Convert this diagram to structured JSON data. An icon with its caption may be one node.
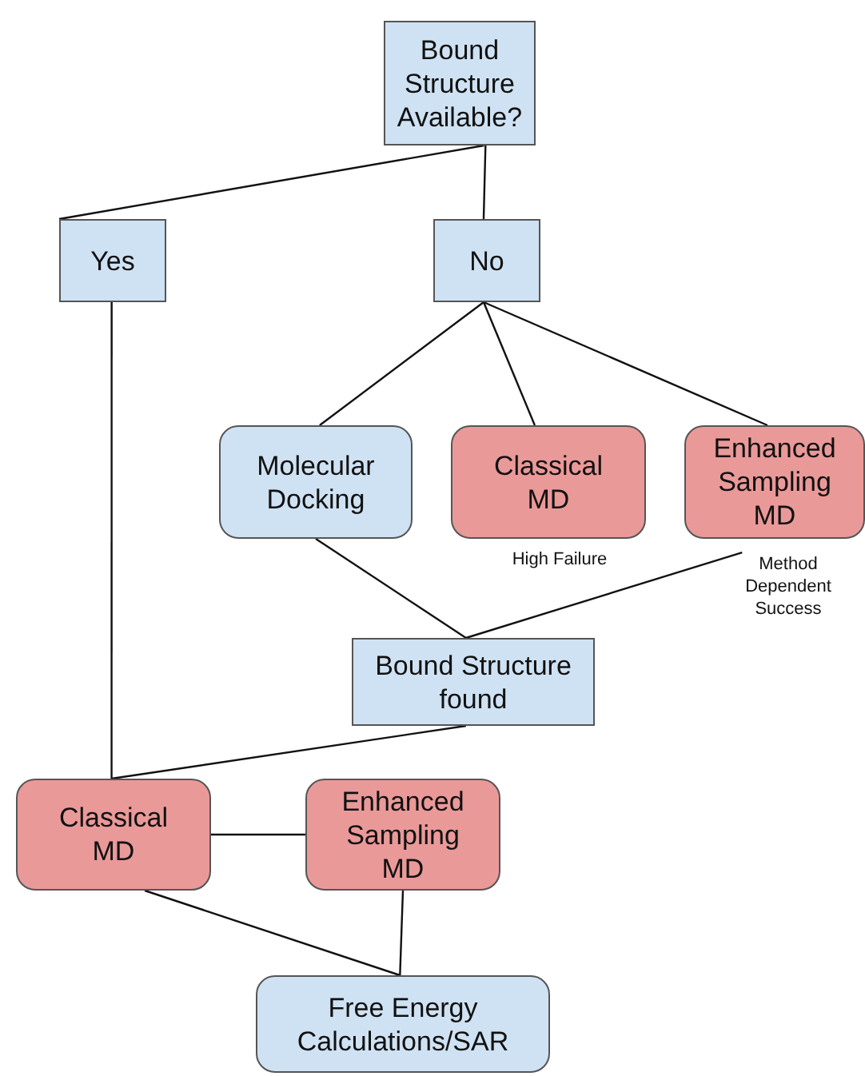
{
  "diagram": {
    "nodes": [
      {
        "text": [
          "Bound Structure Available?"
        ]
      },
      {
        "text": [
          "Yes"
        ]
      },
      {
        "text": [
          "No"
        ]
      },
      {
        "text": [
          "Molecular Docking"
        ]
      },
      {
        "text": [
          "Classical MD"
        ],
        "beside": [
          "High Failure"
        ]
      },
      {
        "text": [
          "Enhanced Sampling MD"
        ],
        "beside": [
          "Method Dependent Success"
        ]
      },
      {
        "text": [
          "Bound Structure found"
        ]
      },
      {
        "text": [
          "Classical MD"
        ]
      },
      {
        "text": [
          "Enhanced Sampling MD"
        ]
      },
      {
        "text": [
          "Free Energy Calculations/SAR"
        ]
      }
    ],
    "edges": [
      {
        "from": 0,
        "to": 1,
        "arrow": "none"
      },
      {
        "from": 0,
        "to": 2,
        "arrow": "none"
      },
      {
        "from": 2,
        "to": 3,
        "arrow": "none"
      },
      {
        "from": 2,
        "to": 4,
        "arrow": "none"
      },
      {
        "from": 2,
        "to": 5,
        "arrow": "none"
      },
      {
        "from": 1,
        "to": 7,
        "arrow": "none"
      },
      {
        "from": 3,
        "to": 6,
        "arrow": "none"
      },
      {
        "from": 5,
        "to": 6,
        "arrow": "none"
      },
      {
        "from": 6,
        "to": 7,
        "arrow": "none"
      },
      {
        "from": 7,
        "to": 8,
        "arrow": "none"
      },
      {
        "from": 7,
        "to": 9,
        "arrow": "none"
      },
      {
        "from": 8,
        "to": 9,
        "arrow": "none"
      }
    ]
  }
}
